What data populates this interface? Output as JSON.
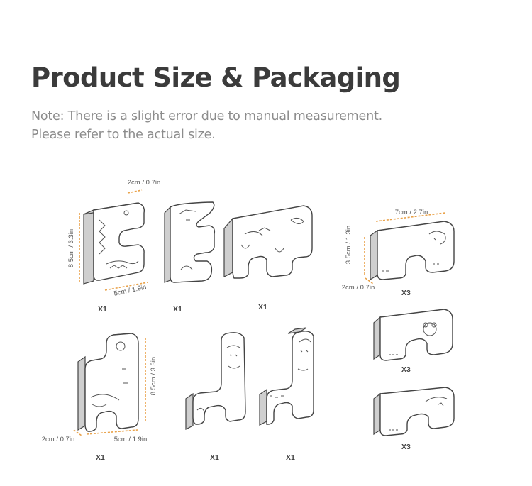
{
  "header": {
    "title": "Product Size & Packaging",
    "note_line1": "Note: There is a slight error due to manual measurement.",
    "note_line2": "Please refer to the actual size."
  },
  "pieces": {
    "crocodile": {
      "width": "5cm / 1.9in",
      "height": "8.5cm / 3.3in",
      "depth": "2cm / 0.7in",
      "qty": "X1"
    },
    "bird": {
      "qty": "X1"
    },
    "cow": {
      "qty": "X1"
    },
    "hippo": {
      "length": "7cm / 2.7in",
      "height": "3.5cm / 1.3in",
      "depth": "2cm / 0.7in",
      "qty": "X3"
    },
    "koala": {
      "qty": "X3"
    },
    "rhino": {
      "qty": "X3"
    },
    "giraffe": {
      "width": "5cm / 1.9in",
      "height": "8.5cm / 3.3in",
      "depth": "2cm / 0.7in",
      "qty": "X1"
    },
    "horse": {
      "qty": "X1"
    },
    "owl": {
      "qty": "X1"
    }
  },
  "colors": {
    "dimension_line": "#e9a24a",
    "outline": "#444444",
    "side": "#cfcfcf"
  }
}
